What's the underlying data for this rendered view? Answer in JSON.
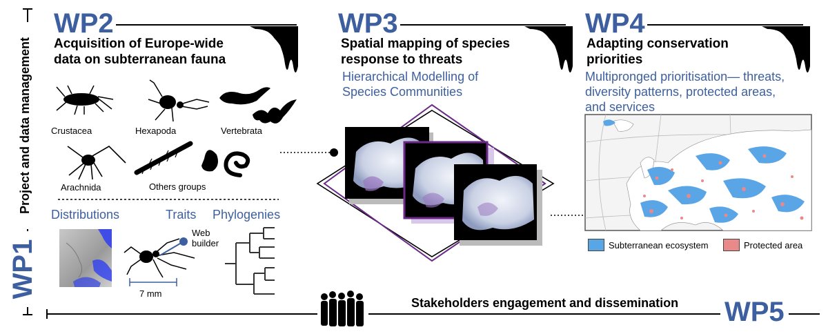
{
  "wp1": {
    "label": "WP1",
    "side_label": "Project and data management"
  },
  "wp2": {
    "label": "WP2",
    "heading_line1": "Acquisition of Europe-wide",
    "heading_line2": "data on subterranean fauna",
    "groups": [
      "Crustacea",
      "Hexapoda",
      "Vertebrata",
      "Arachnida",
      "Others groups"
    ],
    "data_types": [
      "Distributions",
      "Traits",
      "Phylogenies"
    ],
    "web_builder_line1": "Web",
    "web_builder_line2": "builder",
    "scale_label": "7 mm"
  },
  "wp3": {
    "label": "WP3",
    "heading_line1": "Spatial mapping of species",
    "heading_line2": "response to threats",
    "subtitle_line1": "Hierarchical Modelling of",
    "subtitle_line2": "Species Communities"
  },
  "wp4": {
    "label": "WP4",
    "heading_line1": "Adapting conservation",
    "heading_line2": "priorities",
    "subtitle_line1": "Multipronged prioritisation— threats,",
    "subtitle_line2": "diversity patterns, protected areas,",
    "subtitle_line3": "and services",
    "legend": [
      {
        "label": "Subterranean ecosystem",
        "color": "#5aa5e6"
      },
      {
        "label": "Protected area",
        "color": "#e88a8a"
      }
    ]
  },
  "wp5": {
    "label": "WP5",
    "caption": "Stakeholders engagement and dissemination"
  },
  "colors": {
    "accent_blue": "#3d5fa0",
    "purple": "#6b2a8a"
  }
}
